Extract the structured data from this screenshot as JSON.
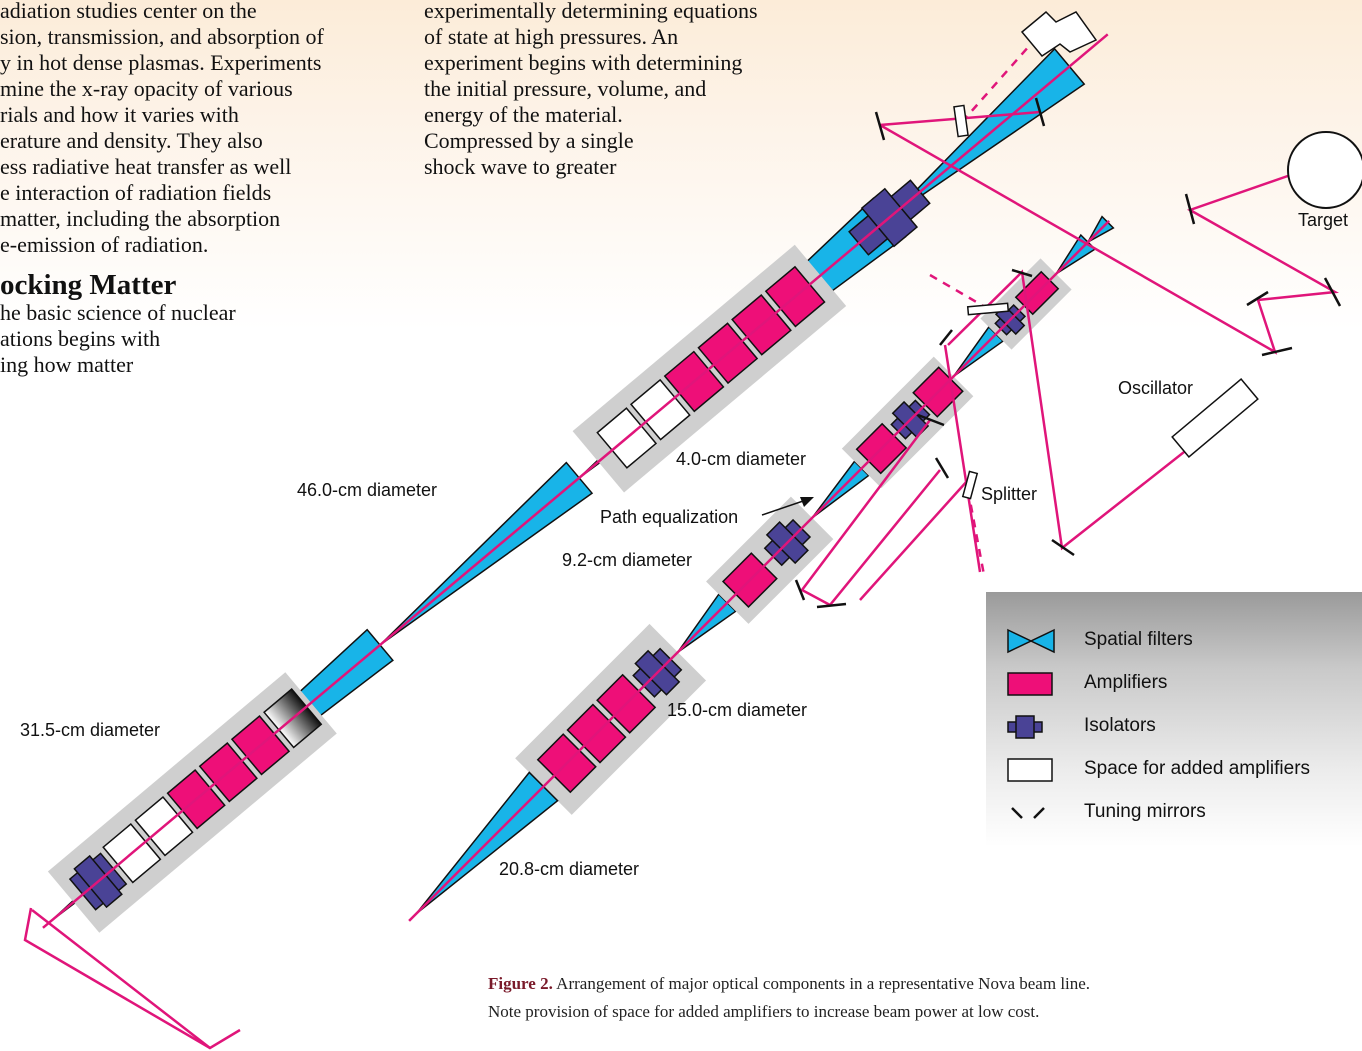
{
  "body_text": {
    "left_lines": [
      "adiation studies center on the",
      "sion, transmission, and absorption of",
      "y in hot dense plasmas. Experiments",
      "mine the x-ray opacity of various",
      "rials and how it varies with",
      "erature and density. They also",
      "ess radiative heat transfer as well",
      "e interaction of radiation fields",
      "matter, including the absorption",
      "e-emission of radiation."
    ],
    "heading": "ocking Matter",
    "heading_lines": [
      "he basic science of nuclear",
      "ations begins with",
      "ing how matter"
    ],
    "mid_lines": [
      "experimentally determining equations",
      "of state at high pressures. An",
      "experiment begins with determining",
      "the initial pressure, volume, and",
      "energy of the material.",
      "Compressed by a single",
      "shock wave to greater"
    ]
  },
  "diagram_labels": {
    "d46": "46.0-cm diameter",
    "d31": "31.5-cm diameter",
    "d4": "4.0-cm diameter",
    "path_eq": "Path equalization",
    "d9": "9.2-cm diameter",
    "d15": "15.0-cm diameter",
    "d20": "20.8-cm diameter",
    "target": "Target",
    "oscillator": "Oscillator",
    "splitter": "Splitter"
  },
  "legend": {
    "items": [
      {
        "label": "Spatial filters",
        "icon": "spatial-filter-icon"
      },
      {
        "label": "Amplifiers",
        "icon": "amplifier-icon"
      },
      {
        "label": "Isolators",
        "icon": "isolator-icon"
      },
      {
        "label": "Space for added amplifiers",
        "icon": "space-icon"
      },
      {
        "label": "Tuning mirrors",
        "icon": "mirror-icon"
      }
    ]
  },
  "caption": {
    "figure": "Figure 2.",
    "text": "Arrangement of major optical components in a representative Nova beam line.",
    "line2": "Note provision of space for added amplifiers to increase beam power at low cost."
  },
  "colors": {
    "beam": "#e0157a",
    "amplifier": "#ee0f78",
    "spatial_filter": "#18b4e8",
    "isolator": "#4a4396",
    "housing": "#cfcfcf"
  }
}
